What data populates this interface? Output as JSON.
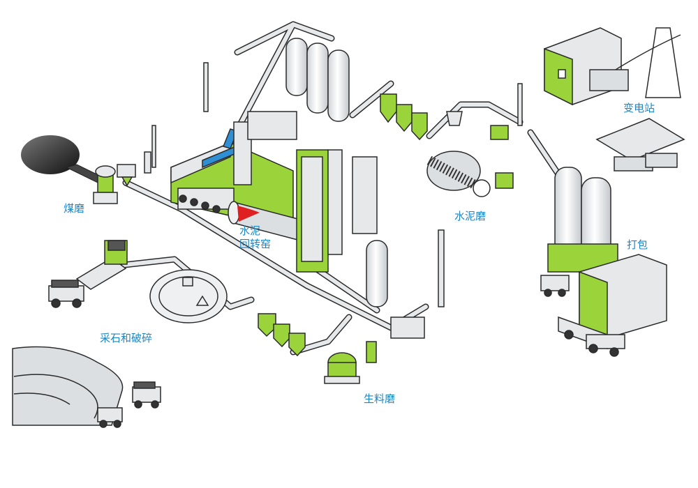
{
  "labels": {
    "coal_mill": "煤磨",
    "kiln_line1": "水泥",
    "kiln_line2": "回转窑",
    "quarry": "采石和破碎",
    "raw_mill": "生料磨",
    "cement_mill": "水泥磨",
    "substation": "变电站",
    "packing": "打包"
  },
  "colors": {
    "label_text": "#1b86c6",
    "accent_green": "#9bd33b",
    "pipe_fill": "#e6e8ea",
    "outline": "#2a2a2a",
    "flame": "#e02020",
    "hot_duct": "#2f8fd4",
    "coal_pile": "#2b2b2b"
  }
}
